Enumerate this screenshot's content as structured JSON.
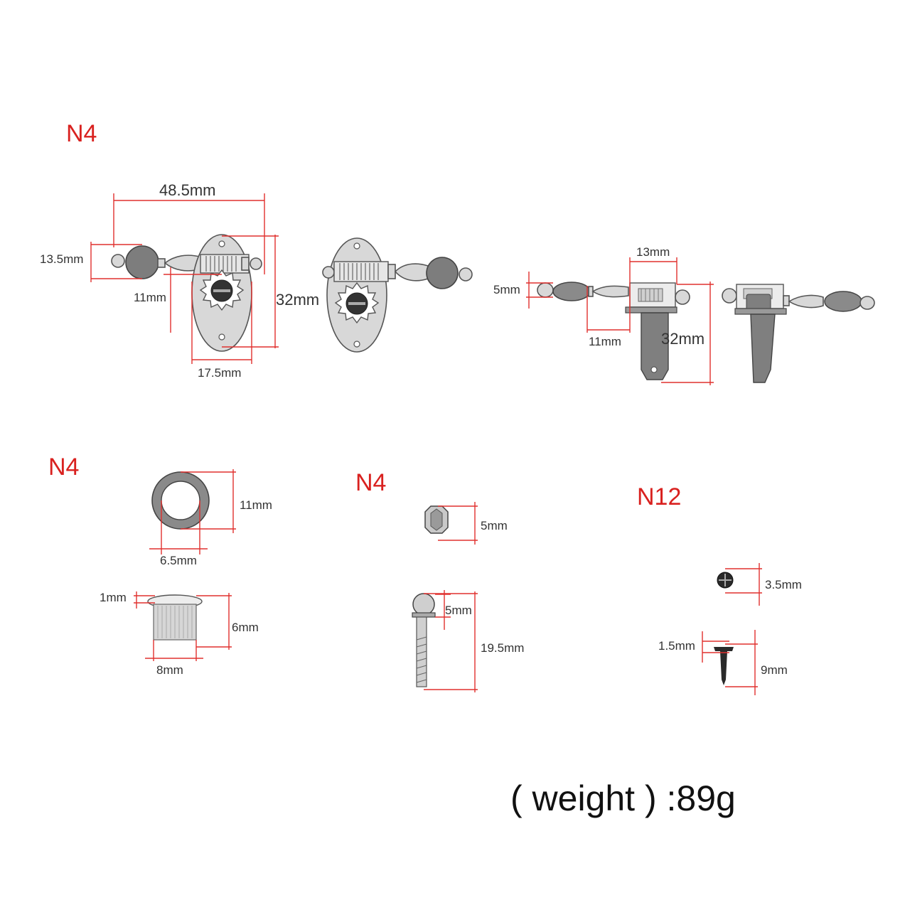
{
  "quantities": {
    "tuner": "N4",
    "washer_bushing": "N4",
    "hex_bolt": "N4",
    "screw": "N12"
  },
  "dimensions": {
    "tuner_width": "48.5mm",
    "knob_height": "13.5mm",
    "gear_offset": "11mm",
    "plate_height": "32mm",
    "plate_width": "17.5mm",
    "side_knob": "5mm",
    "side_housing": "13mm",
    "side_offset": "11mm",
    "side_post": "32mm",
    "washer_outer": "11mm",
    "washer_inner": "6.5mm",
    "bushing_lip": "1mm",
    "bushing_height": "6mm",
    "bushing_width": "8mm",
    "nut": "5mm",
    "bolt_head": "5mm",
    "bolt_length": "19.5mm",
    "screw_head": "3.5mm",
    "screw_head_thick": "1.5mm",
    "screw_length": "9mm"
  },
  "weight": "( weight ) :89g"
}
